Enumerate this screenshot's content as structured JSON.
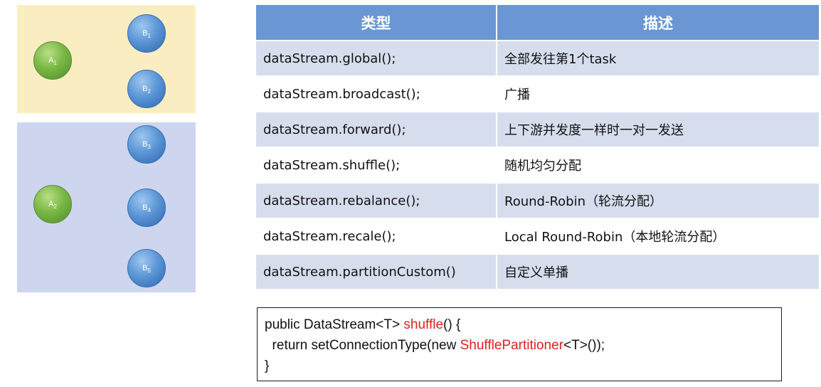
{
  "diagram": {
    "group1": {
      "source": {
        "base": "A",
        "sub": "1"
      },
      "targets": [
        {
          "base": "B",
          "sub": "1"
        },
        {
          "base": "B",
          "sub": "2"
        }
      ]
    },
    "group2": {
      "source": {
        "base": "A",
        "sub": "2"
      },
      "targets": [
        {
          "base": "B",
          "sub": "3"
        },
        {
          "base": "B",
          "sub": "4"
        },
        {
          "base": "B",
          "sub": "5"
        }
      ]
    },
    "colors": {
      "group1_bg": "#fbedc2",
      "group2_bg": "#cdd6ee",
      "source_node": "#6aab3c",
      "target_node": "#4a86cc"
    }
  },
  "table": {
    "headers": [
      "类型",
      "描述"
    ],
    "rows": [
      {
        "type": "dataStream.global();",
        "desc": "全部发往第1个task"
      },
      {
        "type": "dataStream.broadcast();",
        "desc": "广播"
      },
      {
        "type": "dataStream.forward();",
        "desc": "上下游并发度一样时一对一发送"
      },
      {
        "type": "dataStream.shuffle();",
        "desc": "随机均匀分配"
      },
      {
        "type": "dataStream.rebalance();",
        "desc": "Round-Robin（轮流分配）"
      },
      {
        "type": "dataStream.recale();",
        "desc": "Local Round-Robin（本地轮流分配）"
      },
      {
        "type": "dataStream.partitionCustom()",
        "desc": "自定义单播"
      }
    ],
    "colors": {
      "header": "#6a96d3",
      "row_alt": "#d6deee"
    }
  },
  "code": {
    "line1_pre": "public DataStream<T> ",
    "line1_kw": "shuffle",
    "line1_post": "() {",
    "line2_pre": "  return setConnectionType(new ",
    "line2_kw": "ShufflePartitioner",
    "line2_post": "<T>());",
    "line3": "}",
    "highlight_color": "#e02020"
  }
}
